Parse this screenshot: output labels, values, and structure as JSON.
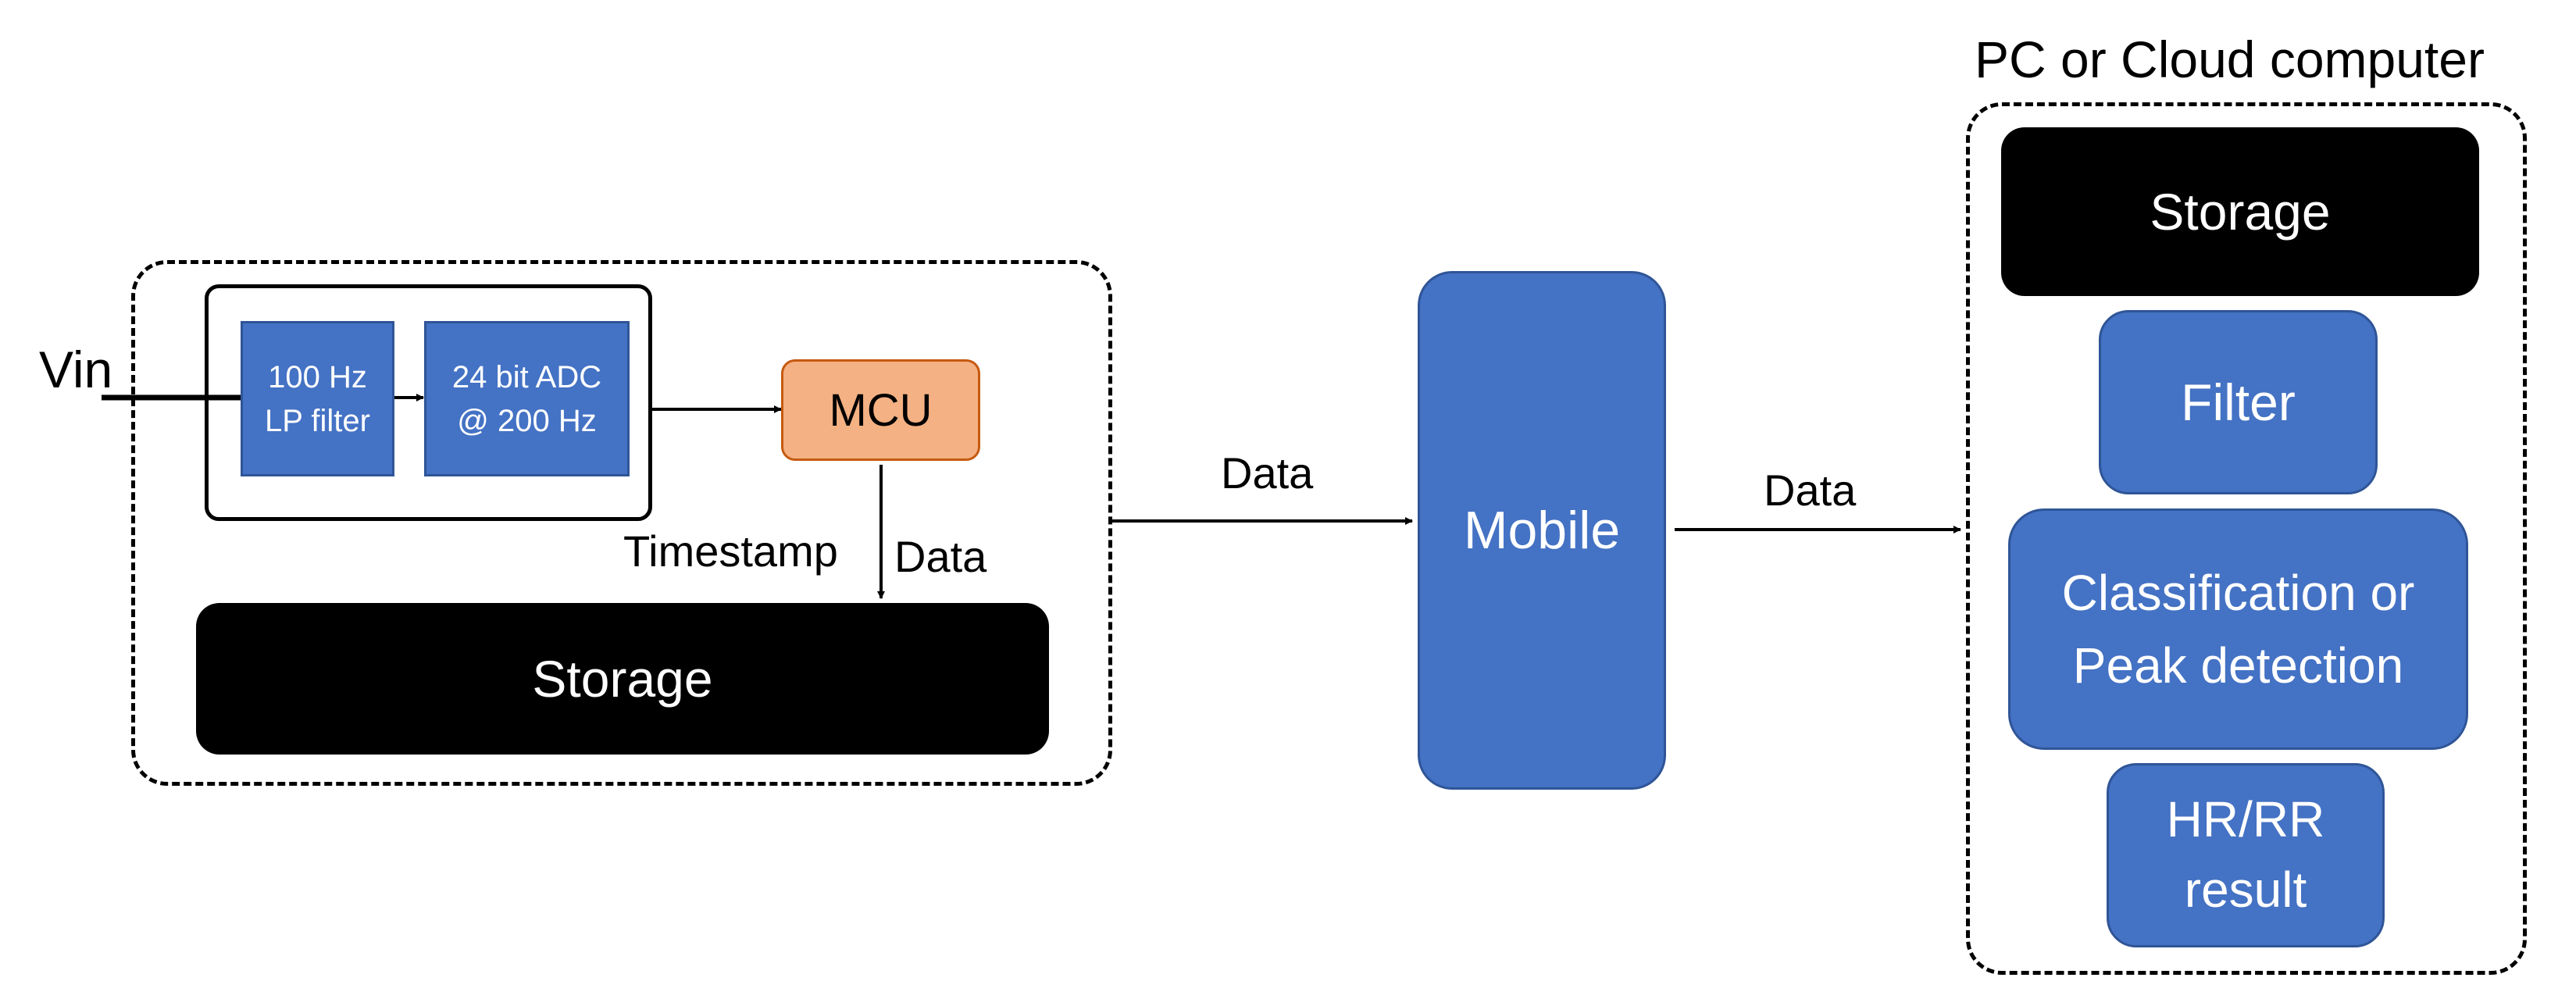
{
  "device": {
    "input_label": "Vin",
    "lp_filter": "100 Hz\nLP filter",
    "adc": "24 bit ADC\n@ 200 Hz",
    "mcu": "MCU",
    "timestamp_label": "Timestamp",
    "data_label": "Data",
    "storage": "Storage"
  },
  "link1": {
    "label": "Data"
  },
  "mobile": {
    "label": "Mobile"
  },
  "link2": {
    "label": "Data"
  },
  "cloud": {
    "title": "PC or Cloud computer",
    "storage": "Storage",
    "filter": "Filter",
    "classification": "Classification or\nPeak detection",
    "result": "HR/RR\nresult"
  },
  "colors": {
    "block_blue": "#4472c4",
    "mcu_orange": "#f4b183",
    "storage_black": "#000000"
  }
}
